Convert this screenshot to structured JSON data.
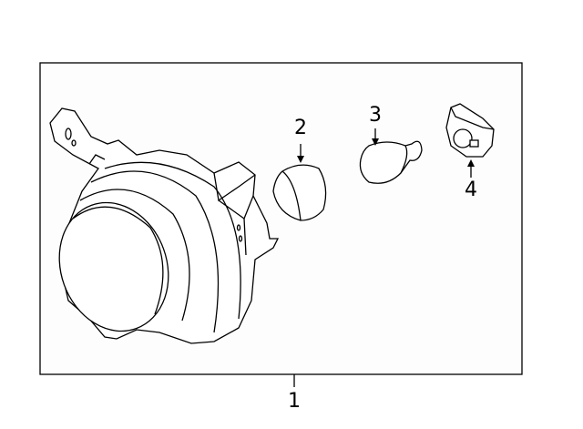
{
  "diagram": {
    "callouts": [
      {
        "id": "1",
        "label": "1"
      },
      {
        "id": "2",
        "label": "2"
      },
      {
        "id": "3",
        "label": "3"
      },
      {
        "id": "4",
        "label": "4"
      }
    ],
    "parts": [
      "fog-lamp-assembly",
      "bulb-cap",
      "bulb",
      "socket"
    ],
    "colors": {
      "line": "#000000",
      "frame_fill": "#fdfdfd"
    }
  }
}
